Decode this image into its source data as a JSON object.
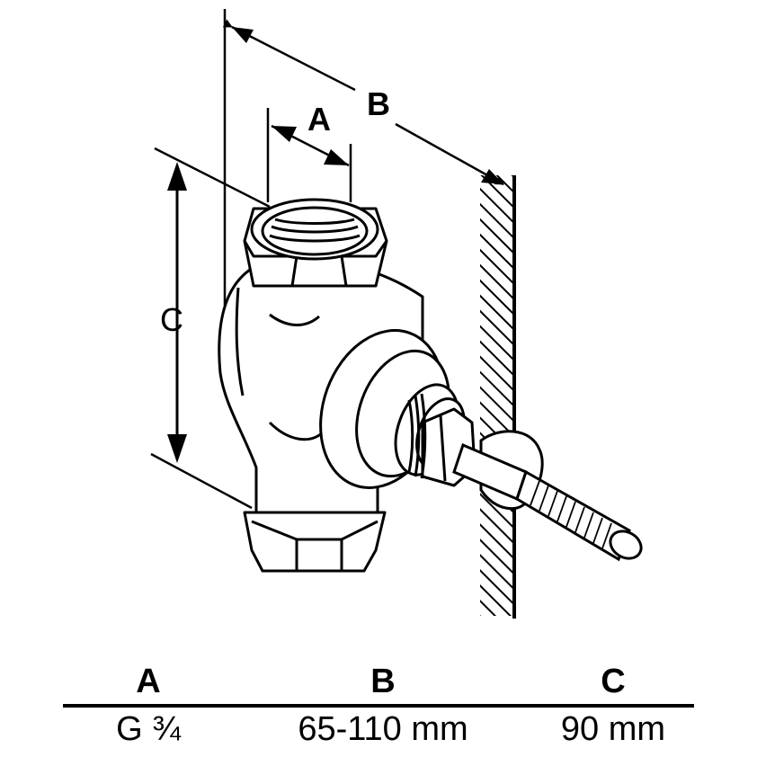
{
  "diagram": {
    "labels": {
      "a": "A",
      "b": "B",
      "c": "C"
    }
  },
  "table": {
    "headers": [
      "A",
      "B",
      "C"
    ],
    "values": [
      "G ¾",
      "65-110 mm",
      "90 mm"
    ]
  }
}
